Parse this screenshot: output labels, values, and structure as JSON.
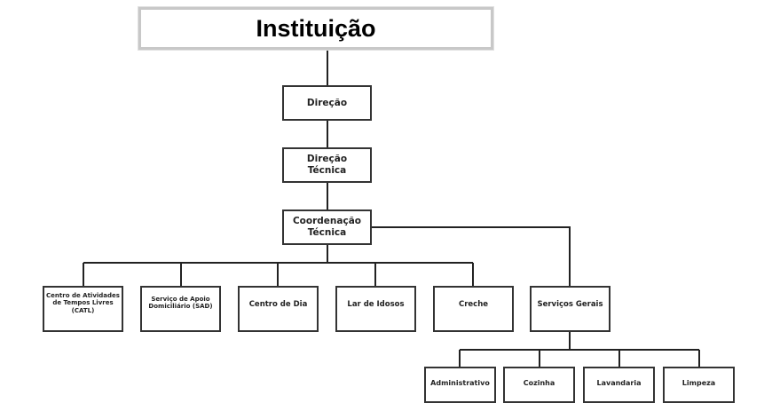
{
  "title": "Instituição",
  "chain": [
    {
      "id": "direcao",
      "label": "Direção"
    },
    {
      "id": "direcao-tecnica",
      "label": "Direção\nTécnica"
    },
    {
      "id": "coordenacao-tecnica",
      "label": "Coordenação\nTécnica"
    }
  ],
  "services": [
    {
      "id": "catl",
      "label": "Centro de Atividades de Tempos Livres (CATL)"
    },
    {
      "id": "sad",
      "label": "Serviço de Apoio Domiciliário (SAD)"
    },
    {
      "id": "centro-de-dia",
      "label": "Centro de Dia"
    },
    {
      "id": "lar-de-idosos",
      "label": "Lar de Idosos"
    },
    {
      "id": "creche",
      "label": "Creche"
    },
    {
      "id": "servicos-gerais",
      "label": "Serviços Gerais"
    }
  ],
  "general_services": [
    {
      "id": "administrativo",
      "label": "Administrativo"
    },
    {
      "id": "cozinha",
      "label": "Cozinha"
    },
    {
      "id": "lavandaria",
      "label": "Lavandaria"
    },
    {
      "id": "limpeza",
      "label": "Limpeza"
    }
  ],
  "colors": {
    "line": "#222222",
    "box_border": "#333333",
    "root_border": "#c8c8c8"
  }
}
